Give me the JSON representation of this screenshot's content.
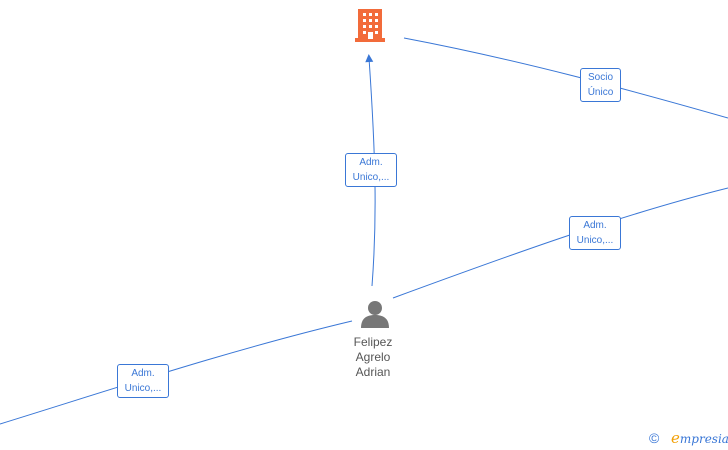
{
  "nodes": {
    "company": {
      "icon": "building-icon",
      "color": "#f26b3a"
    },
    "person": {
      "icon": "person-icon",
      "color": "#777777",
      "name_lines": [
        "Felipez",
        "Agrelo",
        "Adrian"
      ]
    }
  },
  "edges": [
    {
      "id": "person-to-company",
      "label_lines": [
        "Adm.",
        "Unico,..."
      ]
    },
    {
      "id": "company-to-offscreen",
      "label_lines": [
        "Socio",
        "Único"
      ]
    },
    {
      "id": "person-to-offscreen-right",
      "label_lines": [
        "Adm.",
        "Unico,..."
      ]
    },
    {
      "id": "person-to-offscreen-left",
      "label_lines": [
        "Adm.",
        "Unico,..."
      ]
    }
  ],
  "footer": {
    "copyright_symbol": "©",
    "brand_initial": "e",
    "brand_rest": "mpresia"
  },
  "colors": {
    "edge": "#3a77d6",
    "company": "#f26b3a",
    "person": "#777777",
    "brand_accent": "#f2a007"
  }
}
